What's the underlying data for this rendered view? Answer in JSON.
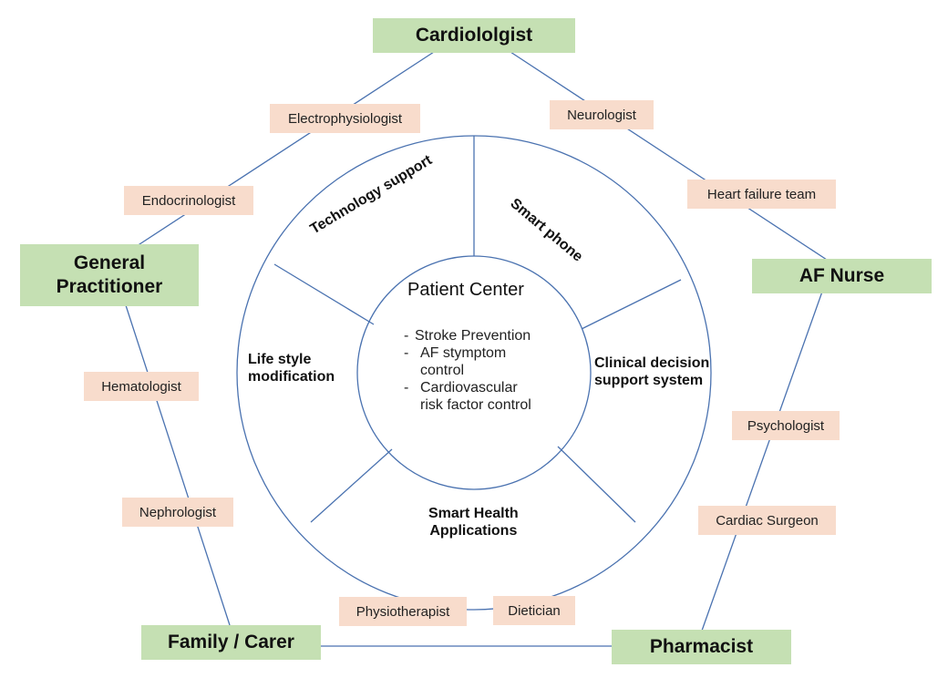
{
  "roles": {
    "cardiologist": "Cardiololgist",
    "general_practitioner": "General Practitioner",
    "af_nurse": "AF Nurse",
    "family_carer": "Family / Carer",
    "pharmacist": "Pharmacist"
  },
  "specialists": {
    "electrophysiologist": "Electrophysiologist",
    "endocrinologist": "Endocrinologist",
    "neurologist": "Neurologist",
    "heart_failure_team": "Heart failure team",
    "hematologist": "Hematologist",
    "nephrologist": "Nephrologist",
    "psychologist": "Psychologist",
    "cardiac_surgeon": "Cardiac Surgeon",
    "physiotherapist": "Physiotherapist",
    "dietician": "Dietician"
  },
  "ring_segments": {
    "technology_support": "Technology support",
    "smart_phone": "Smart phone",
    "clinical_decision": [
      "Clinical decision",
      "support system"
    ],
    "smart_health": [
      "Smart Health",
      "Applications"
    ],
    "life_style": [
      "Life style",
      "modification"
    ]
  },
  "center": {
    "title": "Patient Center",
    "goals": [
      {
        "dash": "-",
        "text": "Stroke Prevention"
      },
      {
        "dash": "-",
        "text": "AF stymptom control"
      },
      {
        "dash": "-",
        "text": "Cardiovascular risk factor control"
      }
    ]
  },
  "colors": {
    "role_fill": "#c5e0b3",
    "specialist_fill": "#f8dccc",
    "line": "#4a72b0"
  }
}
